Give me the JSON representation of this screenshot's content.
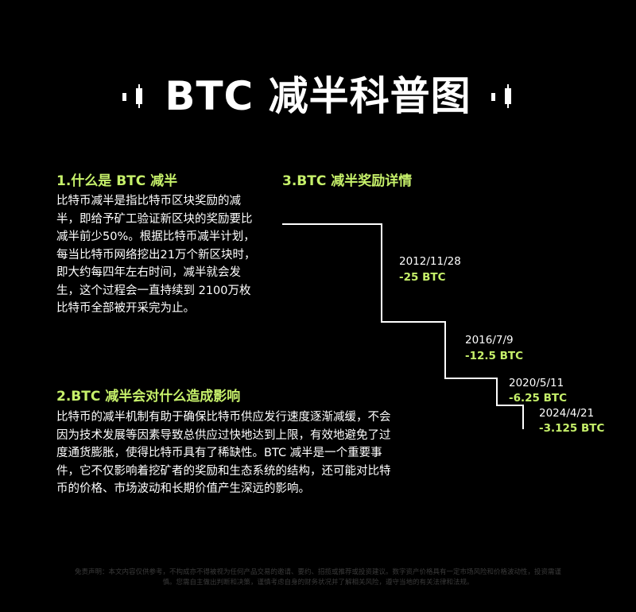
{
  "title": "BTC 减半科普图",
  "colors": {
    "background": "#000000",
    "accent": "#c6f06a",
    "text": "#ffffff",
    "footer": "#3a3a3a"
  },
  "section1": {
    "heading": "1.什么是 BTC 减半",
    "body": "比特币减半是指比特币区块奖励的减半，即给予矿工验证新区块的奖励要比减半前少50%。根据比特币减半计划，每当比特币网络挖出21万个新区块时，即大约每四年左右时间，减半就会发生，这个过程会一直持续到 2100万枚比特币全部被开采完为止。"
  },
  "section2": {
    "heading": "2.BTC 减半会对什么造成影响",
    "body": "比特币的减半机制有助于确保比特币供应发行速度逐渐减缓，不会因为技术发展等因素导致总供应过快地达到上限，有效地避免了过度通货膨胀，使得比特币具有了稀缺性。BTC 减半是一个重要事件，它不仅影响着挖矿者的奖励和生态系统的结构，还可能对比特币的价格、市场波动和长期价值产生深远的影响。"
  },
  "section3": {
    "heading": "3.BTC 减半奖励详情",
    "events": [
      {
        "date": "2012/11/28",
        "reward": "-25 BTC"
      },
      {
        "date": "2016/7/9",
        "reward": "-12.5 BTC"
      },
      {
        "date": "2020/5/11",
        "reward": "-6.25 BTC"
      },
      {
        "date": "2024/4/21",
        "reward": "-3.125 BTC"
      }
    ]
  },
  "footer": "免责声明：本文内容仅供参考，不构成亦不得被视为任何产品交易的邀请、要约、招揽或推荐或投资建议。数字资产价格具有一定市场风险和价格波动性，投资需谨慎。您需自主做出判断和决策，谨慎考虑自身的财务状况并了解相关风险，遵守当地的有关法律和法规。"
}
